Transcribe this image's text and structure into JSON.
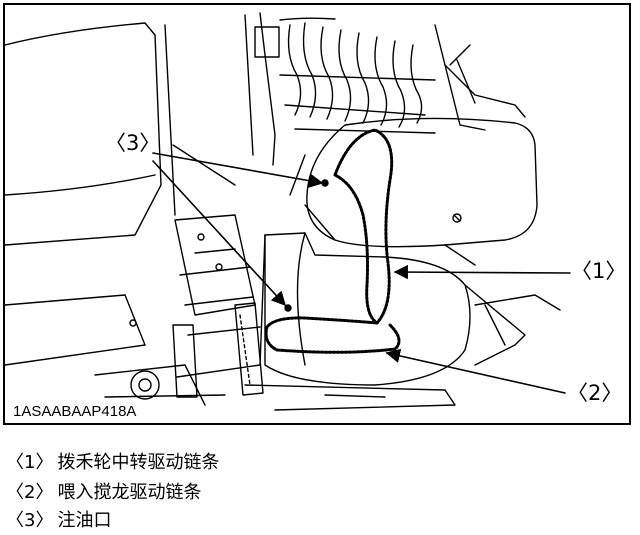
{
  "figure": {
    "id": "1ASAABAAP418A",
    "callouts": [
      {
        "label": "〈1〉"
      },
      {
        "label": "〈2〉"
      },
      {
        "label": "〈3〉"
      }
    ]
  },
  "legend": [
    {
      "num": "〈1〉",
      "text": "拨禾轮中转驱动链条"
    },
    {
      "num": "〈2〉",
      "text": "喂入搅龙驱动链条"
    },
    {
      "num": "〈3〉",
      "text": "注油口"
    }
  ],
  "colors": {
    "line": "#000000",
    "background": "#ffffff"
  }
}
